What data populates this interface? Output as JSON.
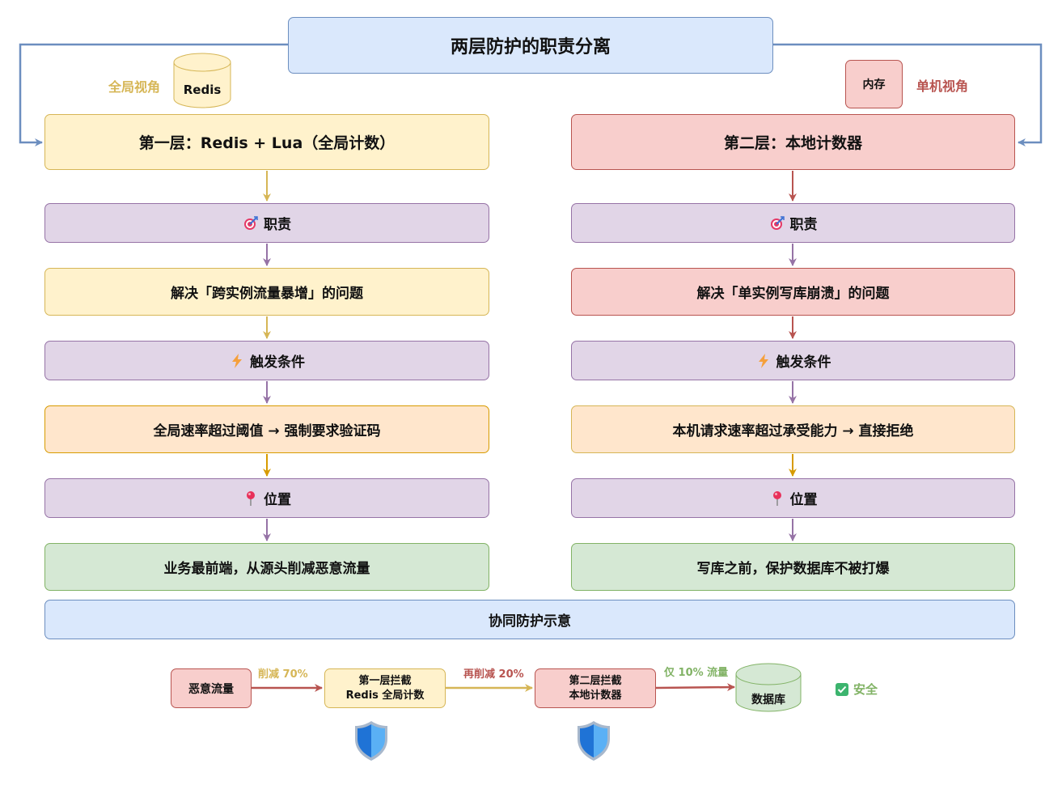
{
  "title": "两层防护的职责分离",
  "left": {
    "view_label": "全局视角",
    "store_label": "Redis",
    "header": "第一层：Redis + Lua（全局计数）",
    "resp_label": "职责",
    "resp_text": "解决「跨实例流量暴增」的问题",
    "trigger_label": "触发条件",
    "trigger_text": "全局速率超过阈值 → 强制要求验证码",
    "pos_label": "位置",
    "pos_text": "业务最前端，从源头削减恶意流量"
  },
  "right": {
    "store_label": "内存",
    "view_label": "单机视角",
    "header": "第二层：本地计数器",
    "resp_label": "职责",
    "resp_text": "解决「单实例写库崩溃」的问题",
    "trigger_label": "触发条件",
    "trigger_text": "本机请求速率超过承受能力 → 直接拒绝",
    "pos_label": "位置",
    "pos_text": "写库之前，保护数据库不被打爆"
  },
  "collab_title": "协同防护示意",
  "flow": {
    "source": "恶意流量",
    "edge1": "削减 70%",
    "layer1_line1": "第一层拦截",
    "layer1_line2": "Redis 全局计数",
    "edge2": "再削减 20%",
    "layer2_line1": "第二层拦截",
    "layer2_line2": "本地计数器",
    "edge3": "仅 10% 流量",
    "db": "数据库",
    "safe": "安全"
  },
  "icons": {
    "responsibility": "target-icon",
    "trigger": "lightning-icon",
    "position": "pushpin-icon",
    "safe": "check-icon",
    "shield": "shield-icon"
  },
  "colors": {
    "blue": "#dae8fc",
    "yellow": "#fff2cc",
    "red": "#f8cecc",
    "purple": "#e1d5e7",
    "orange": "#ffe6cc",
    "green": "#d5e8d4",
    "left_view_text": "#d6b656",
    "right_view_text": "#b85450",
    "safe_text": "#82b366"
  }
}
